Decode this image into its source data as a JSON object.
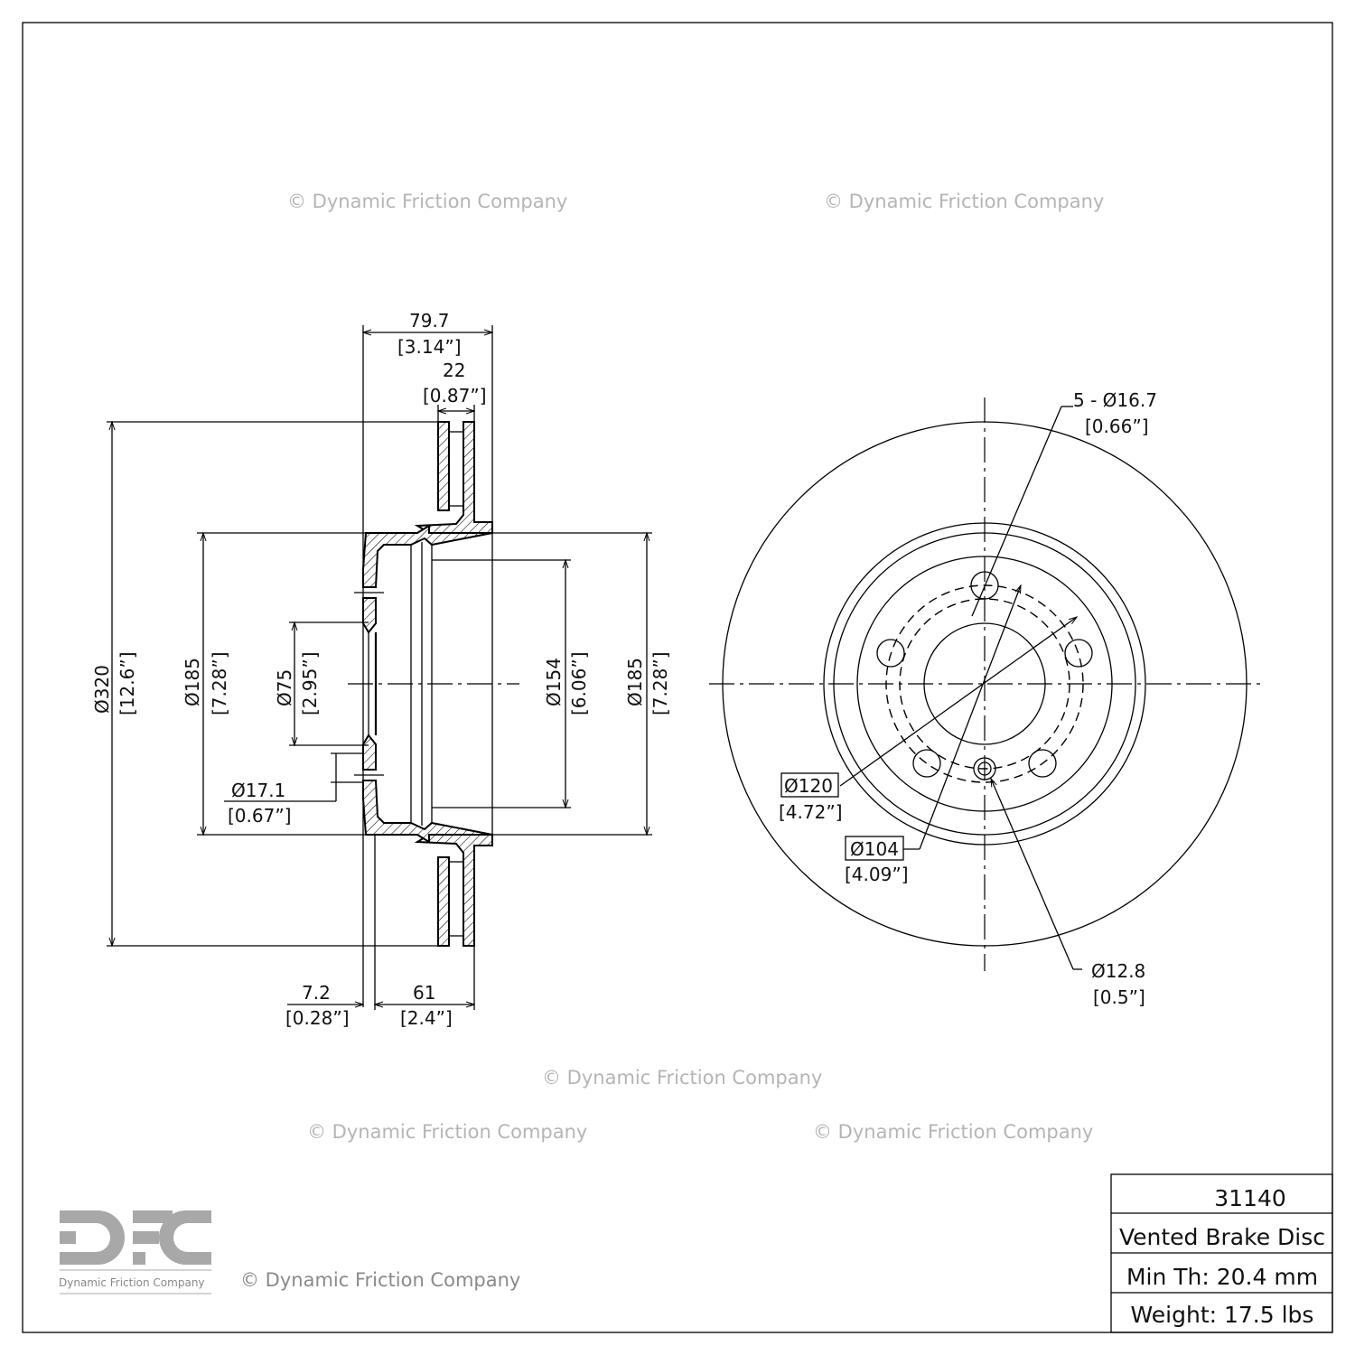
{
  "title_block": {
    "part_number": "31140",
    "description": "Vented Brake Disc",
    "min_thickness": "Min Th: 20.4 mm",
    "weight": "Weight: 17.5 lbs"
  },
  "logo": {
    "letters": "DFC",
    "name": "Dynamic Friction Company"
  },
  "copyright": "© Dynamic Friction Company",
  "watermark": "© Dynamic Friction Company",
  "section_view": {
    "overall_width": {
      "mm": "79.7",
      "in": "[3.14”]"
    },
    "disc_thickness": {
      "mm": "22",
      "in": "[0.87”]"
    },
    "outer_diameter": {
      "mm": "Ø320",
      "in": "[12.6”]"
    },
    "hat_diameter_left": {
      "mm": "Ø185",
      "in": "[7.28”]"
    },
    "center_bore": {
      "mm": "Ø75",
      "in": "[2.95”]"
    },
    "bolt_hole": {
      "mm": "Ø17.1",
      "in": "[0.67”]"
    },
    "inner_drum": {
      "mm": "Ø154",
      "in": "[6.06”]"
    },
    "hat_diameter_right": {
      "mm": "Ø185",
      "in": "[7.28”]"
    },
    "hat_flange": {
      "mm": "7.2",
      "in": "[0.28”]"
    },
    "hat_height": {
      "mm": "61",
      "in": "[2.4”]"
    }
  },
  "face_view": {
    "bolt_holes": {
      "mm": "5 - Ø16.7",
      "in": "[0.66”]"
    },
    "bolt_circle": {
      "mm": "Ø120",
      "in": "[4.72”]"
    },
    "pilot_circle": {
      "mm": "Ø104",
      "in": "[4.09”]"
    },
    "small_hole": {
      "mm": "Ø12.8",
      "in": "[0.5”]"
    }
  }
}
